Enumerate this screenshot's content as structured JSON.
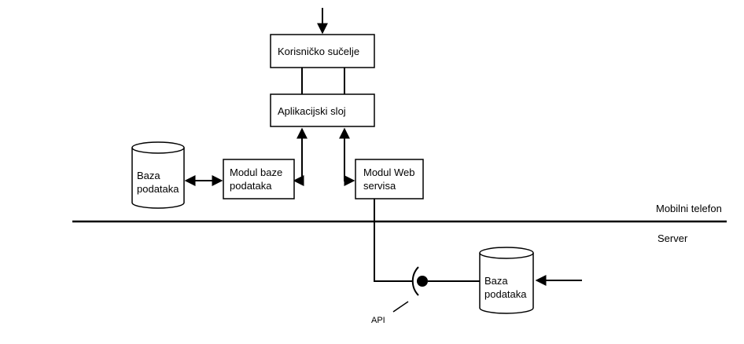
{
  "ui_box": {
    "label": "Korisničko sučelje"
  },
  "app_layer": {
    "label": "Aplikacijski sloj"
  },
  "db_module": {
    "label_line1": "Modul baze",
    "label_line2": "podataka"
  },
  "web_module": {
    "label_line1": "Modul Web",
    "label_line2": "servisa"
  },
  "local_db": {
    "label_line1": "Baza",
    "label_line2": "podataka"
  },
  "server_db": {
    "label_line1": "Baza",
    "label_line2": "podataka"
  },
  "zones": {
    "mobile": "Mobilni telefon",
    "server": "Server"
  },
  "api": {
    "label": "API"
  }
}
